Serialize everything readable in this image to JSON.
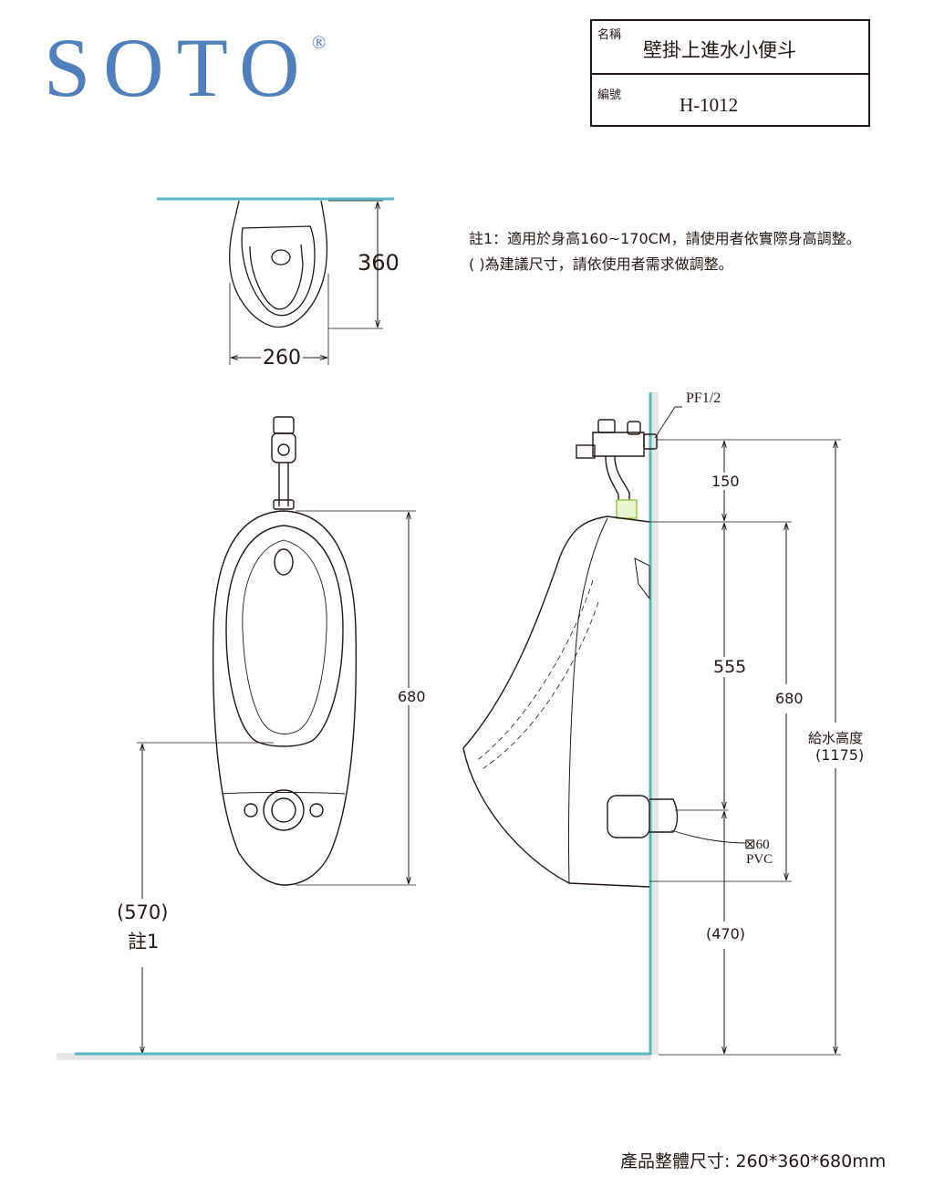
{
  "brand": {
    "logo_text": "SOTO",
    "registered_mark": "®"
  },
  "title_block": {
    "name_label": "名稱",
    "name_value": "壁掛上進水小便斗",
    "code_label": "編號",
    "code_value": "H-1012"
  },
  "notes": {
    "note1": "註1：適用於身高160~170CM，請使用者依實際身高調整。",
    "note2": "( )為建議尺寸，請依使用者需求做調整。"
  },
  "top_view": {
    "width": "260",
    "depth": "360"
  },
  "front_view": {
    "height": "680",
    "mount_height": "(570)",
    "mount_note": "註1"
  },
  "side_view": {
    "valve_thread": "PF1/2",
    "valve_to_top": "150",
    "top_to_outlet": "555",
    "body_height": "680",
    "outlet_height": "(470)",
    "supply_label": "給水高度",
    "supply_height": "(1175)",
    "drain_size": "⊠60",
    "drain_material": "PVC"
  },
  "footer": {
    "overall_size": "產品整體尺寸: 260*360*680mm"
  },
  "colors": {
    "brand_blue": "#4f7fbd",
    "wall_teal": "#5bb8c0",
    "line": "#231815",
    "pipe_green": "#8dc63f"
  }
}
